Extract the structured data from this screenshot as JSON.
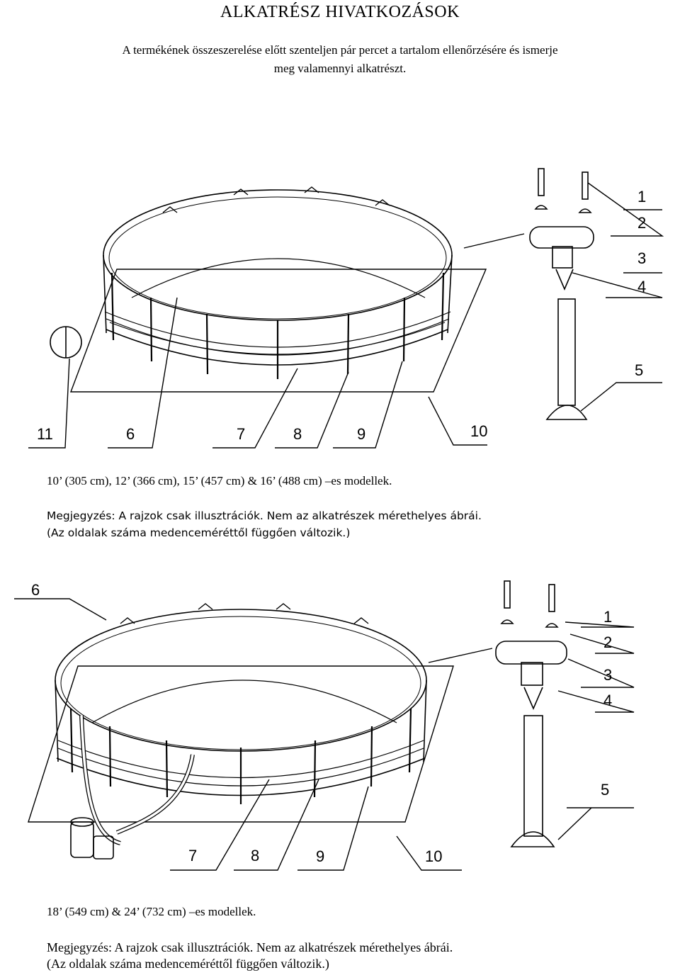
{
  "title": "ALKATRÉSZ HIVATKOZÁSOK",
  "intro": {
    "line1": "A termékének összeszerelése előtt szenteljen pár percet a tartalom ellenőrzésére és ismerje",
    "line2": "meg valamennyi alkatrészt."
  },
  "figure1": {
    "callouts": [
      "1",
      "2",
      "3",
      "4",
      "5",
      "6",
      "7",
      "8",
      "9",
      "10",
      "11"
    ],
    "caption": "10’ (305 cm), 12’ (366 cm), 15’ (457 cm) & 16’ (488 cm) –es modellek.",
    "note_line1": "Megjegyzés: A rajzok csak illusztrációk. Nem az alkatrészek mérethelyes ábrái.",
    "note_line2": "(Az oldalak száma medenceméréttől függően változik.)"
  },
  "figure2": {
    "callouts": [
      "1",
      "2",
      "3",
      "4",
      "5",
      "6",
      "7",
      "8",
      "9",
      "10"
    ],
    "caption": "18’ (549 cm) & 24’ (732 cm) –es modellek.",
    "note_line1": "Megjegyzés: A rajzok csak illusztrációk. Nem az alkatrészek mérethelyes ábrái.",
    "note_line2": "(Az oldalak száma medenceméréttől függően változik.)"
  }
}
